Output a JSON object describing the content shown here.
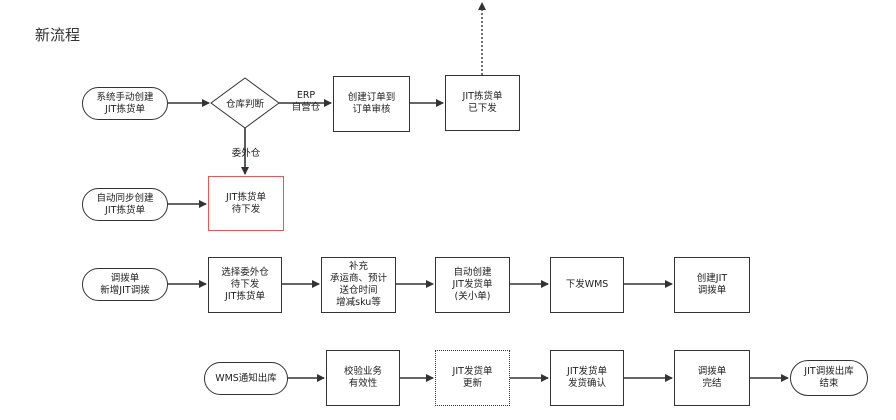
{
  "title": "新流程",
  "nodes": {
    "manual_create": "系统手动创建\nJIT拣货单",
    "warehouse_check": "仓库判断",
    "create_order": "创建订单到\n订单审核",
    "jit_issued": "JIT拣货单\n已下发",
    "auto_sync": "自动同步创建\nJIT拣货单",
    "jit_pending": "JIT拣货单\n待下发",
    "transfer_new": "调拨单\n新增JIT调拨",
    "select_pending": "选择委外仓\n待下发\nJIT拣货单",
    "supplement": "补充\n承运商、预计\n送仓时间\n增减sku等",
    "auto_create_ship": "自动创建\nJIT发货单\n(关小单)",
    "push_wms": "下发WMS",
    "create_jit_transfer": "创建JIT\n调拨单",
    "wms_notify": "WMS通知出库",
    "validate": "校验业务\n有效性",
    "ship_update": "JIT发货单\n更新",
    "ship_confirm": "JIT发货单\n发货确认",
    "transfer_done": "调拨单\n完结",
    "transfer_end": "JIT调拨出库\n结束"
  },
  "edge_labels": {
    "erp_own": "ERP\n自营仓",
    "outsourced": "委外仓"
  },
  "colors": {
    "line": "#333333",
    "highlight": "#e05a5a"
  }
}
